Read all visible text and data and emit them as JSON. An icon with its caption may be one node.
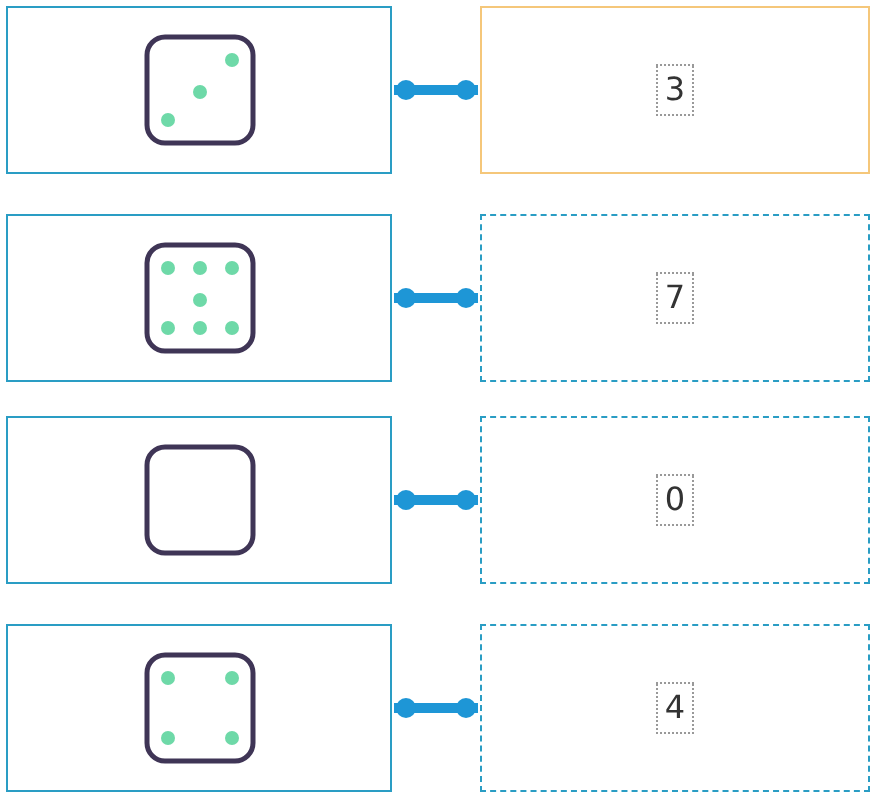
{
  "diagram": {
    "nodes": [
      {
        "text": [],
        "shape": "box"
      },
      {
        "text": [
          "3"
        ]
      },
      {
        "text": [],
        "shape": "box"
      },
      {
        "text": [
          "7"
        ]
      },
      {
        "text": [],
        "shape": "box"
      },
      {
        "text": [
          "0"
        ]
      },
      {
        "text": [],
        "shape": "box"
      },
      {
        "text": [
          "4"
        ]
      }
    ],
    "edges": [
      {
        "from": 0,
        "to": 1,
        "arrow": "other"
      },
      {
        "from": 2,
        "to": 3,
        "arrow": "other"
      },
      {
        "from": 4,
        "to": 5,
        "arrow": "other"
      },
      {
        "from": 6,
        "to": 7,
        "arrow": "other"
      }
    ]
  }
}
